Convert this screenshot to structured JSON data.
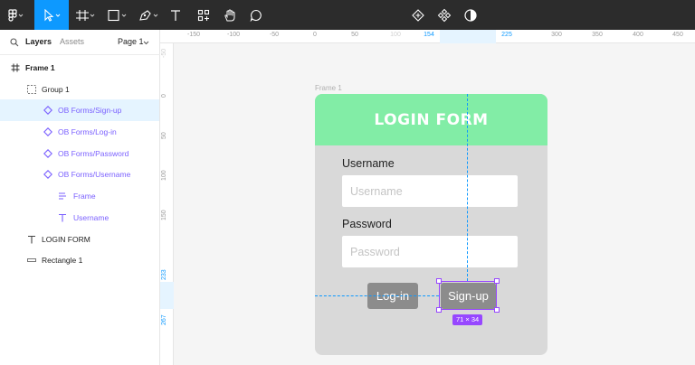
{
  "toolbar": {
    "tools": [
      "main-menu",
      "move",
      "frame",
      "shape",
      "pen",
      "text",
      "resources",
      "hand",
      "comment"
    ],
    "center_tools": [
      "component-set",
      "instances",
      "contrast"
    ],
    "accent": "#0d99ff",
    "background": "#2c2c2c"
  },
  "panel": {
    "tabs": {
      "layers": "Layers",
      "assets": "Assets"
    },
    "page": "Page 1",
    "layers": [
      {
        "label": "Frame 1",
        "icon": "frame-icon"
      },
      {
        "label": "Group 1",
        "icon": "group-icon"
      },
      {
        "label": "OB Forms/Sign-up",
        "icon": "instance-icon"
      },
      {
        "label": "OB Forms/Log-in",
        "icon": "instance-icon"
      },
      {
        "label": "OB Forms/Password",
        "icon": "instance-icon"
      },
      {
        "label": "OB Forms/Username",
        "icon": "instance-icon"
      },
      {
        "label": "Frame",
        "icon": "auto-layout-icon"
      },
      {
        "label": "Username",
        "icon": "text-icon"
      },
      {
        "label": "LOGIN FORM",
        "icon": "text-icon"
      },
      {
        "label": "Rectangle 1",
        "icon": "rectangle-icon"
      }
    ]
  },
  "rulers": {
    "top": [
      "-150",
      "-100",
      "-50",
      "0",
      "50",
      "100",
      "154",
      "225",
      "300",
      "350",
      "400",
      "450"
    ],
    "left": [
      "-50",
      "0",
      "50",
      "100",
      "150",
      "233",
      "267"
    ]
  },
  "canvas": {
    "frame_name": "Frame 1",
    "title": "LOGIN FORM",
    "username_label": "Username",
    "username_placeholder": "Username",
    "password_label": "Password",
    "password_placeholder": "Password",
    "login_button": "Log-in",
    "signup_button": "Sign-up",
    "selection_size": "71 × 34",
    "header_color": "#82eda6",
    "frame_color": "#d9d9d9",
    "selection_color": "#9747ff"
  }
}
